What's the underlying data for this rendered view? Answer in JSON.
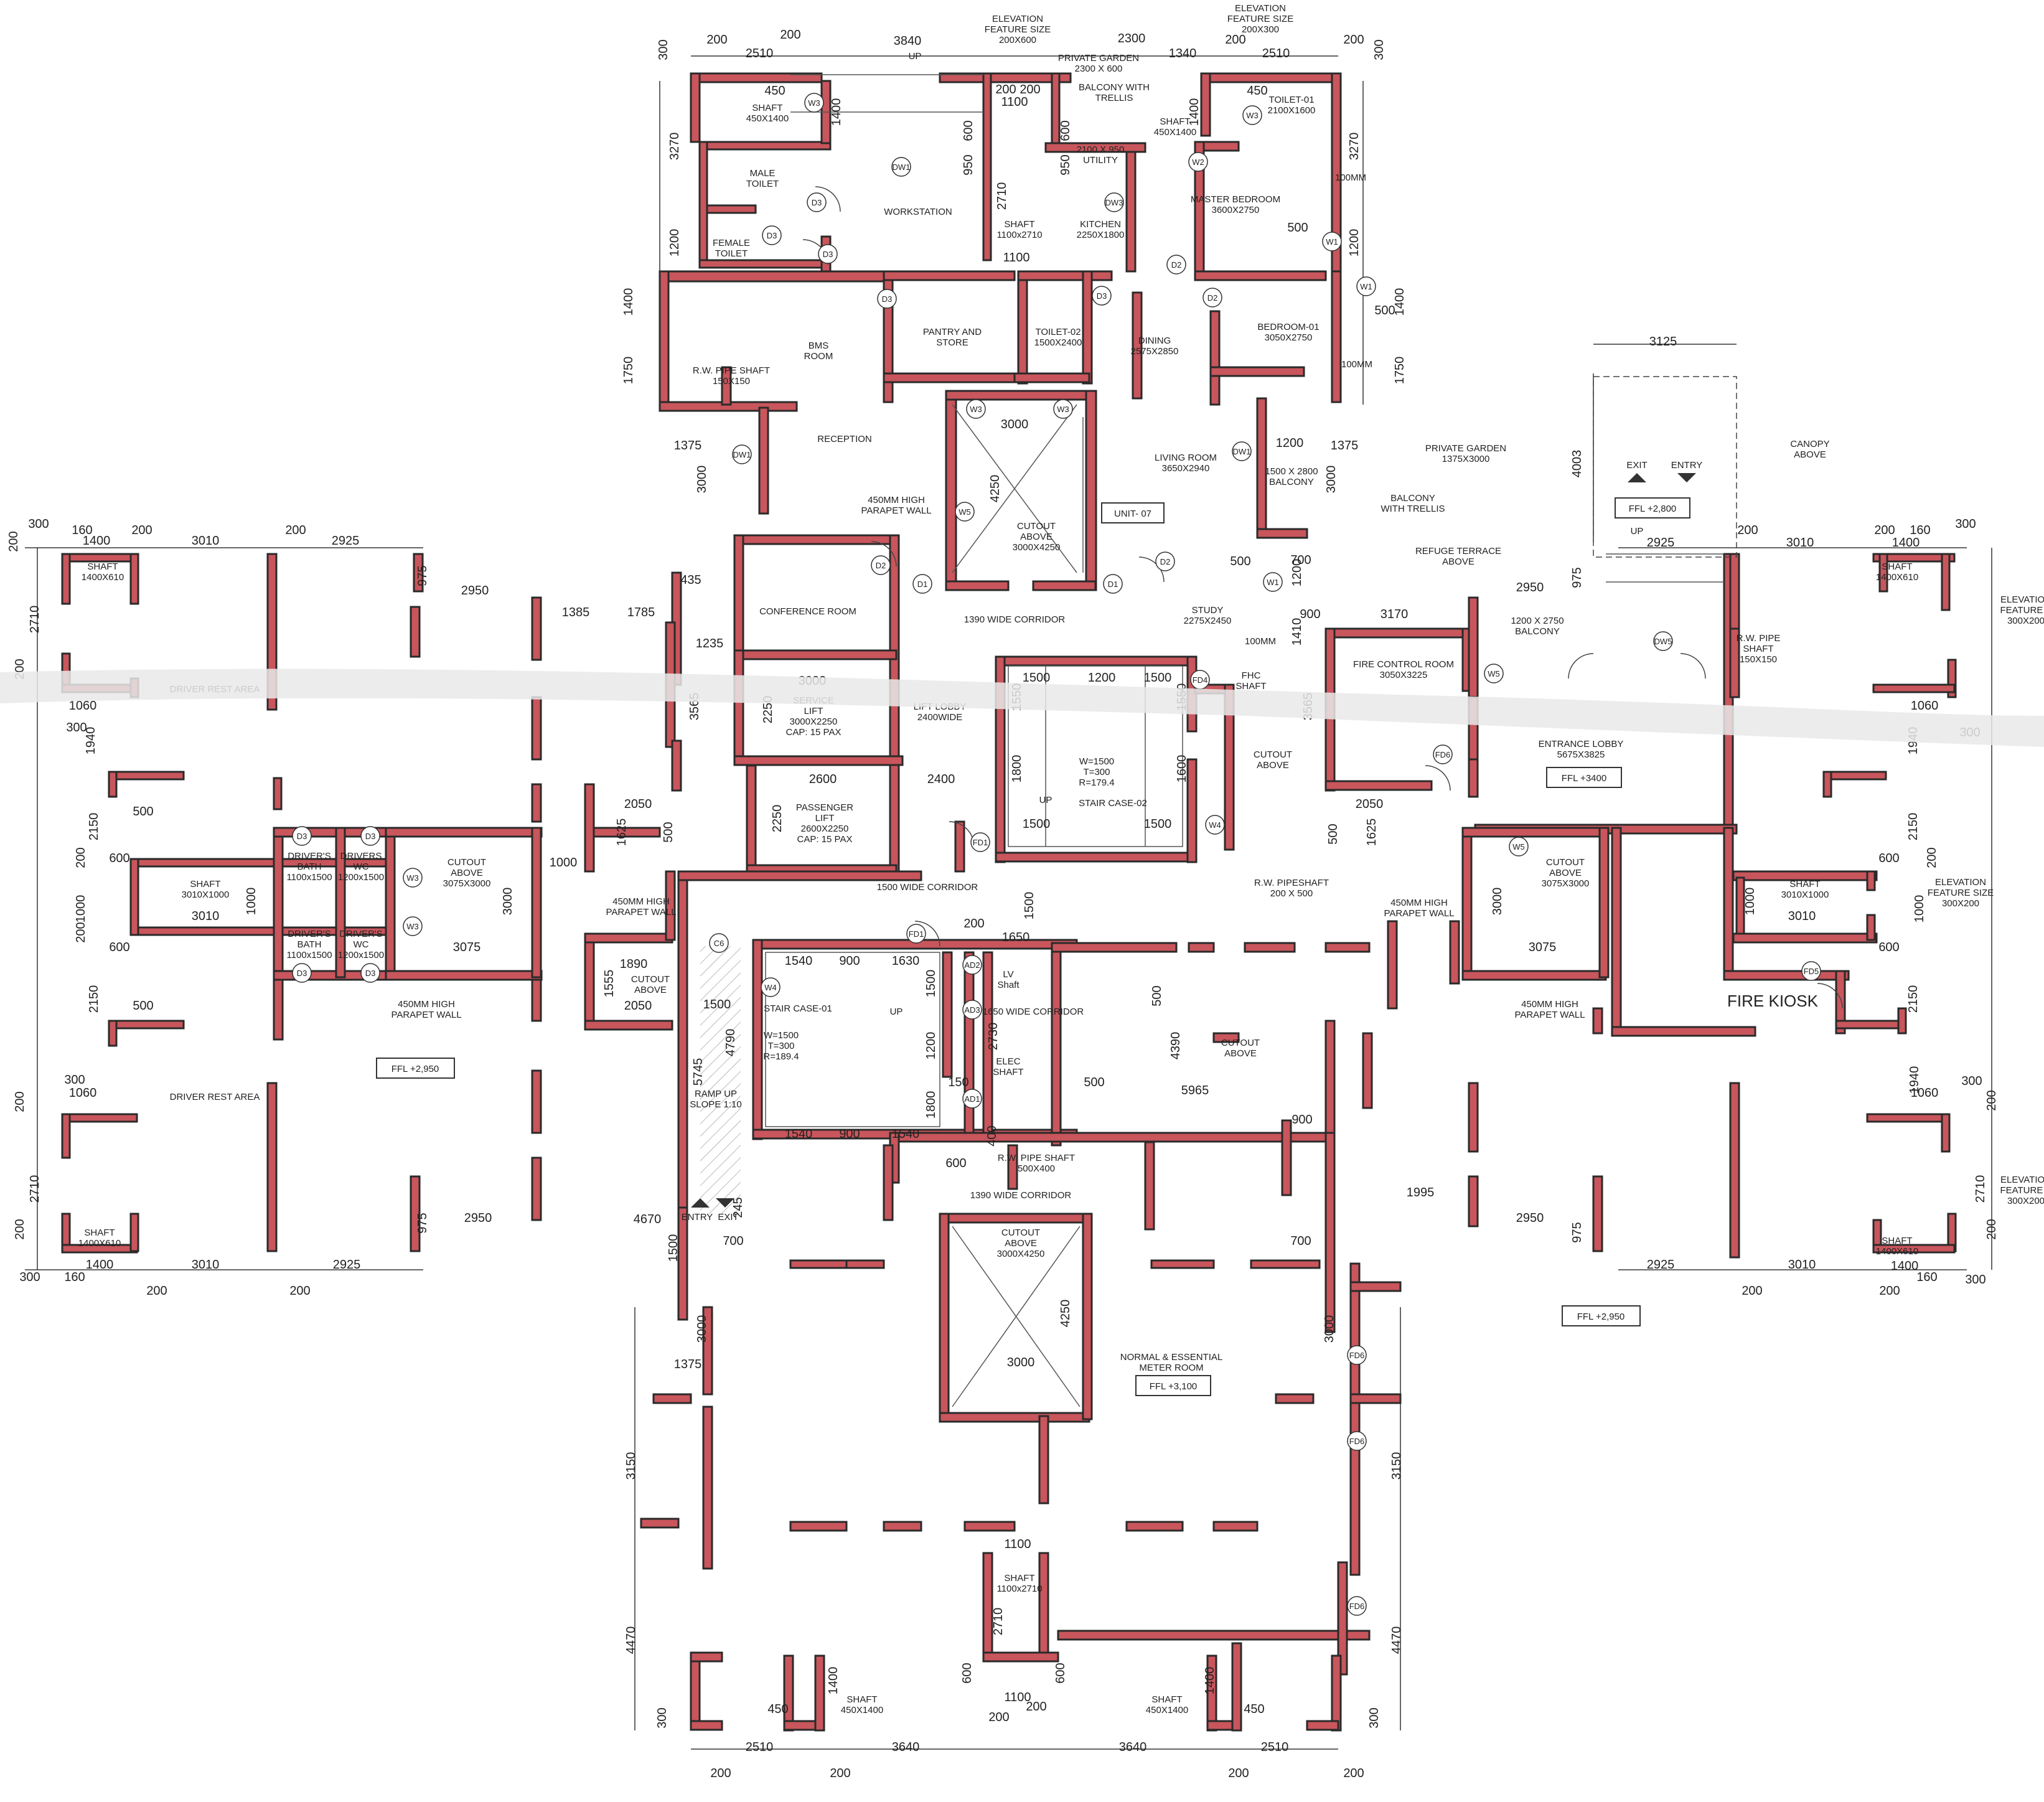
{
  "rooms": {
    "master_bedroom": [
      "MASTER BEDROOM",
      "3600X2750"
    ],
    "toilet_01": [
      "TOILET-01",
      "2100X1600"
    ],
    "workstation": [
      "WORKSTATION"
    ],
    "male_toilet": [
      "MALE",
      "TOILET"
    ],
    "female_toilet": [
      "FEMALE",
      "TOILET"
    ],
    "kitchen": [
      "KITCHEN",
      "2250X1800"
    ],
    "utility": [
      "2100 X 950",
      "UTILITY"
    ],
    "private_garden_top": [
      "PRIVATE GARDEN",
      "2300 X 600"
    ],
    "balcony_trellis_top": [
      "BALCONY WITH",
      "TRELLIS"
    ],
    "elev_feature_top": [
      "ELEVATION",
      "FEATURE SIZE",
      "200X600"
    ],
    "elev_feature_top_right": [
      "ELEVATION",
      "FEATURE SIZE",
      "200X300"
    ],
    "bms_room": [
      "BMS",
      "ROOM"
    ],
    "pantry": [
      "PANTRY AND",
      "STORE"
    ],
    "toilet_02": [
      "TOILET-02",
      "1500X2400"
    ],
    "dining": [
      "DINING",
      "2575X2850"
    ],
    "bedroom_01": [
      "BEDROOM-01",
      "3050X2750"
    ],
    "reception": [
      "RECEPTION"
    ],
    "living_room": [
      "LIVING ROOM",
      "3650X2940"
    ],
    "private_garden_mid": [
      "PRIVATE GARDEN",
      "1375X3000"
    ],
    "balcony_trellis_mid": [
      "BALCONY",
      "WITH TRELLIS"
    ],
    "balcony_1500": [
      "1500 X 2800",
      "BALCONY"
    ],
    "cutout_center_top": [
      "CUTOUT",
      "ABOVE",
      "3000X4250"
    ],
    "conference_room": [
      "CONFERENCE ROOM"
    ],
    "corridor_1390_top": [
      "1390 WIDE CORRIDOR"
    ],
    "study": [
      "STUDY",
      "2275X2450"
    ],
    "refuge_terrace": [
      "REFUGE TERRACE",
      "ABOVE"
    ],
    "balcony_1200": [
      "1200 X 2750",
      "BALCONY"
    ],
    "fire_control": [
      "FIRE CONTROL ROOM",
      "3050X3225"
    ],
    "entrance_lobby": [
      "ENTRANCE LOBBY",
      "5675X3825"
    ],
    "service_lift": [
      "SERVICE",
      "LIFT",
      "3000X2250",
      "CAP: 15 PAX"
    ],
    "passenger_lift": [
      "PASSENGER",
      "LIFT",
      "2600X2250",
      "CAP: 15 PAX"
    ],
    "lift_lobby": [
      "LIFT LOBBY",
      "2400WIDE"
    ],
    "stair_case_02": [
      "STAIR CASE-02"
    ],
    "stair_case_01": [
      "STAIR CASE-01"
    ],
    "stair_spec_02": [
      "W=1500",
      "T=300",
      "R=179.4"
    ],
    "stair_spec_01": [
      "W=1500",
      "T=300",
      "R=189.4"
    ],
    "fhc_shaft": [
      "FHC",
      "SHAFT"
    ],
    "cutout_small_mid": [
      "CUTOUT",
      "ABOVE"
    ],
    "driver_rest_top": [
      "DRIVER REST AREA"
    ],
    "driver_rest_bottom": [
      "DRIVER REST AREA"
    ],
    "drivers_bath_top": [
      "DRIVER'S",
      "BATH",
      "1100x1500"
    ],
    "drivers_wc_top": [
      "DRIVERS",
      "WC",
      "1200x1500"
    ],
    "drivers_bath_bottom": [
      "DRIVER'S",
      "BATH",
      "1100x1500"
    ],
    "drivers_wc_bottom": [
      "DRIVER'S",
      "WC",
      "1200x1500"
    ],
    "cutout_left": [
      "CUTOUT",
      "ABOVE",
      "3075X3000"
    ],
    "cutout_right": [
      "CUTOUT",
      "ABOVE",
      "3075X3000"
    ],
    "shaft_left": [
      "SHAFT",
      "3010X1000"
    ],
    "shaft_right": [
      "SHAFT",
      "3010X1000"
    ],
    "corridor_1500": [
      "1500 WIDE CORRIDOR"
    ],
    "parapet_left": [
      "450MM HIGH",
      "PARAPET WALL"
    ],
    "parapet_mid_left": [
      "450MM HIGH",
      "PARAPET WALL"
    ],
    "parapet_center": [
      "450MM HIGH",
      "PARAPET WALL"
    ],
    "parapet_right_mid": [
      "450MM HIGH",
      "PARAPET WALL"
    ],
    "parapet_right": [
      "450MM HIGH",
      "PARAPET WALL"
    ],
    "cutout_stair1": [
      "CUTOUT",
      "ABOVE"
    ],
    "cutout_center": [
      "CUTOUT",
      "ABOVE"
    ],
    "ramp": [
      "RAMP UP",
      "SLOPE 1:10"
    ],
    "corridor_1650": [
      "1650 WIDE CORRIDOR"
    ],
    "corridor_1390_bottom": [
      "1390 WIDE CORRIDOR"
    ],
    "cutout_bottom": [
      "CUTOUT",
      "ABOVE",
      "3000X4250"
    ],
    "meter_room": [
      "NORMAL & ESSENTIAL",
      "METER ROOM"
    ],
    "fire_kiosk": [
      "FIRE KIOSK"
    ],
    "canopy": [
      "CANOPY",
      "ABOVE"
    ],
    "elev_right_top": [
      "ELEVATION",
      "FEATURE S",
      "300X200"
    ],
    "elev_right_mid": [
      "ELEVATION",
      "FEATURE SIZE",
      "300X200"
    ],
    "elev_right_bottom": [
      "ELEVATION",
      "FEATURE S",
      "300X200"
    ],
    "shaft_450_tl": [
      "SHAFT",
      "450X1400"
    ],
    "shaft_450_tr": [
      "SHAFT",
      "450X1400"
    ],
    "shaft_1100_top": [
      "SHAFT",
      "1100x2710"
    ],
    "shaft_1100_bottom": [
      "SHAFT",
      "1100x2710"
    ],
    "shaft_450_bl": [
      "SHAFT",
      "450X1400"
    ],
    "shaft_450_br": [
      "SHAFT",
      "450X1400"
    ],
    "shaft_wing_tl": [
      "SHAFT",
      "1400X610"
    ],
    "shaft_wing_bl": [
      "SHAFT",
      "1400X610"
    ],
    "shaft_wing_tr": [
      "SHAFT",
      "1400X610"
    ],
    "shaft_wing_br": [
      "SHAFT",
      "1400X610"
    ],
    "rw_pipe_label": [
      "R.W. PIPE SHAFT",
      "150X150"
    ],
    "rw_pipe_shaft_200": [
      "R.W. PIPESHAFT",
      "200 X 500"
    ],
    "rw_pipe_shaft_500": [
      "R.W. PIPE SHAFT",
      "500X400"
    ],
    "rw_pipe_stack": [
      "R.W. PIPE",
      "SHAFT",
      "150X150"
    ],
    "elec_shaft": [
      "ELEC",
      "SHAFT"
    ],
    "lv_shaft": [
      "LV",
      "Shaft"
    ]
  },
  "ffl": {
    "unit": "UNIT- 07",
    "left": "FFL +2,950",
    "right": "FFL +2,950",
    "lobby": "FFL +3400",
    "entry": "FFL +2,800",
    "meter": "FFL +3,100"
  },
  "entry_exit": {
    "exit": "EXIT",
    "entry": "ENTRY",
    "entry_bottom": "ENTRY",
    "exit_bottom": "EXIT"
  },
  "stair_up": "UP",
  "thickness": "100MM",
  "tags": {
    "w1": "W1",
    "w2": "W2",
    "w3": "W3",
    "w4": "W4",
    "w5": "W5",
    "d1": "D1",
    "d2": "D2",
    "d3": "D3",
    "dw1": "DW1",
    "dw3": "DW3",
    "dw5": "DW5",
    "fd1": "FD1",
    "fd4": "FD4",
    "fd5": "FD5",
    "fd6": "FD6",
    "c6": "C6",
    "ad1": "AD1",
    "ad2": "AD2",
    "ad3": "AD3"
  },
  "dims": {
    "d3840": "3840",
    "d2510": "2510",
    "d200": "200",
    "d300": "300",
    "d2300": "2300",
    "d1340": "1340",
    "d450": "450",
    "d1400": "1400",
    "d3270": "3270",
    "d1200": "1200",
    "d600": "600",
    "d950": "950",
    "d1100": "1100",
    "d2710": "2710",
    "d500": "500",
    "d1750": "1750",
    "d1375": "1375",
    "d3000": "3000",
    "d4250": "4250",
    "d435": "435",
    "d3010": "3010",
    "d2925": "2925",
    "d160": "160",
    "d975": "975",
    "d2950": "2950",
    "d1385": "1385",
    "d1785": "1785",
    "d1060": "1060",
    "d1940": "1940",
    "d2150": "2150",
    "d1000": "1000",
    "d3075": "3075",
    "d1235": "1235",
    "d3565": "3565",
    "d2250": "2250",
    "d2600": "2600",
    "d2400": "2400",
    "d1550": "1550",
    "d1800": "1800",
    "d1600": "1600",
    "d2050": "2050",
    "d1625": "1625",
    "d3125": "3125",
    "d4003": "4003",
    "d3170": "3170",
    "d900": "900",
    "d1410": "1410",
    "d700": "700",
    "d1650": "1650",
    "d1540": "1540",
    "d1630": "1630",
    "d1890": "1890",
    "d1555": "1555",
    "d4790": "4790",
    "d5745": "5745",
    "d2730": "2730",
    "d150": "150",
    "d400": "400",
    "d4390": "4390",
    "d5965": "5965",
    "d1995": "1995",
    "d4670": "4670",
    "d245": "245",
    "d1500": "1500",
    "d3150": "3150",
    "d4470": "4470",
    "d3640": "3640"
  }
}
